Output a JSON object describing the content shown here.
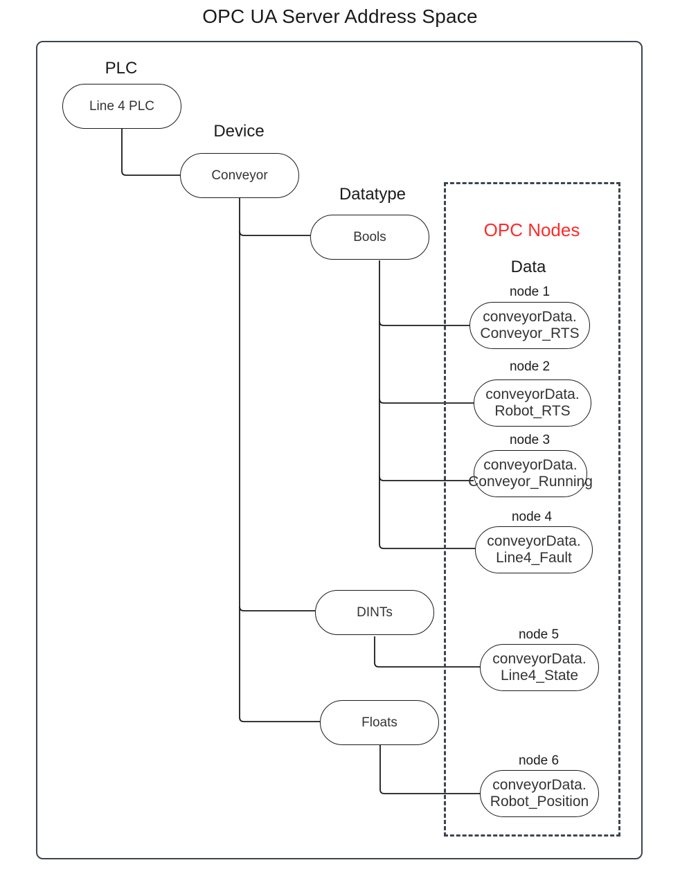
{
  "title": "OPC UA Server Address Space",
  "colors": {
    "accent_red": "#fc2b2b",
    "stroke": "#1a1a1a",
    "frame_stroke": "#3d4450",
    "text": "#333333",
    "background": "#ffffff"
  },
  "captions": {
    "plc": "PLC",
    "device": "Device",
    "datatype": "Datatype",
    "opc_nodes": "OPC Nodes",
    "data": "Data"
  },
  "tree": {
    "plc_node": {
      "label": "Line 4 PLC"
    },
    "device_node": {
      "label": "Conveyor"
    },
    "datatype_nodes": [
      {
        "label": "Bools"
      },
      {
        "label": "DINTs"
      },
      {
        "label": "Floats"
      }
    ]
  },
  "opc_nodes": [
    {
      "caption": "node 1",
      "line1": "conveyorData.",
      "line2": "Conveyor_RTS",
      "parent": "Bools"
    },
    {
      "caption": "node 2",
      "line1": "conveyorData.",
      "line2": "Robot_RTS",
      "parent": "Bools"
    },
    {
      "caption": "node 3",
      "line1": "conveyorData.",
      "line2": "Conveyor_Running",
      "parent": "Bools"
    },
    {
      "caption": "node 4",
      "line1": "conveyorData.",
      "line2": "Line4_Fault",
      "parent": "Bools"
    },
    {
      "caption": "node 5",
      "line1": "conveyorData.",
      "line2": "Line4_State",
      "parent": "DINTs"
    },
    {
      "caption": "node 6",
      "line1": "conveyorData.",
      "line2": "Robot_Position",
      "parent": "Floats"
    }
  ]
}
